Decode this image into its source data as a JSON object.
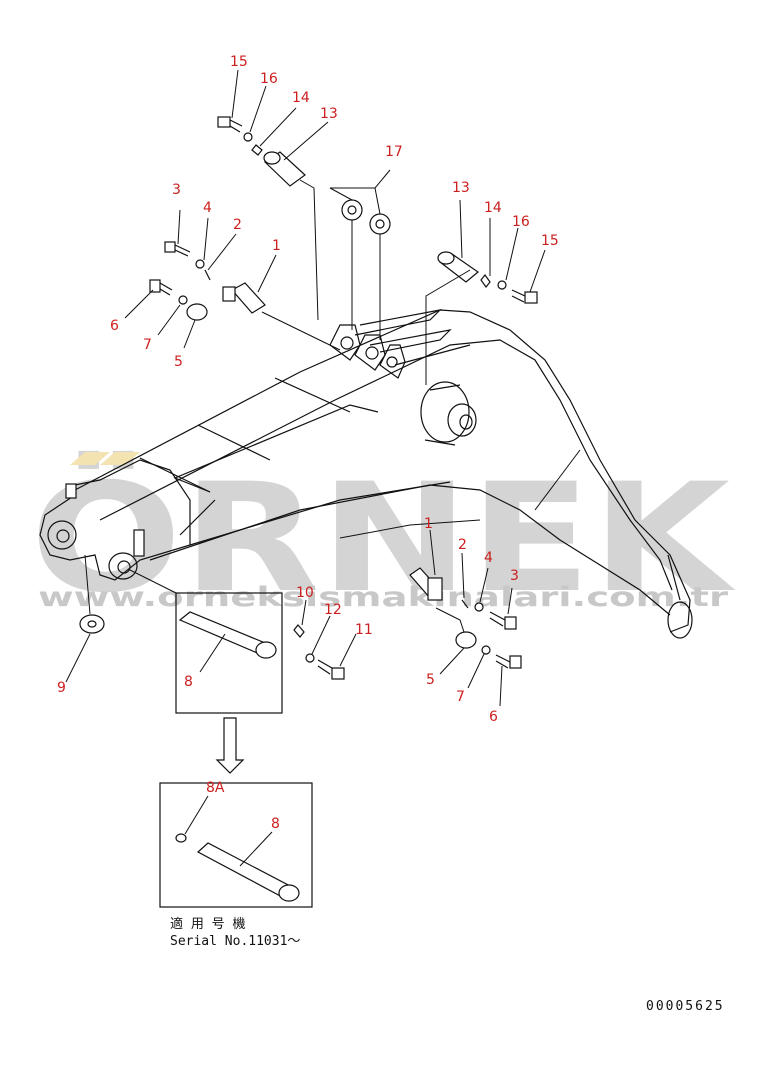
{
  "callouts": {
    "c15a": "15",
    "c16a": "16",
    "c14a": "14",
    "c13a": "13",
    "c17": "17",
    "c3a": "3",
    "c4a": "4",
    "c2a": "2",
    "c1a": "1",
    "c13b": "13",
    "c14b": "14",
    "c16b": "16",
    "c15b": "15",
    "c6a": "6",
    "c7a": "7",
    "c5a": "5",
    "c1b": "1",
    "c2b": "2",
    "c4b": "4",
    "c3b": "3",
    "c10": "10",
    "c12": "12",
    "c11": "11",
    "c8": "8",
    "c9": "9",
    "c5b": "5",
    "c7b": "7",
    "c6b": "6",
    "c8A": "8A",
    "c8c": "8"
  },
  "inset": {
    "applicable_jp": "適 用 号 機",
    "serial": "Serial No.11031～"
  },
  "drawing_number": "00005625",
  "watermark": {
    "brand": "ÖRNEK",
    "url": "www.orneksismakinalari.com.tr"
  },
  "colors": {
    "callout": "#cc2020",
    "line": "#111111",
    "watermark": "#d4d4d4"
  }
}
